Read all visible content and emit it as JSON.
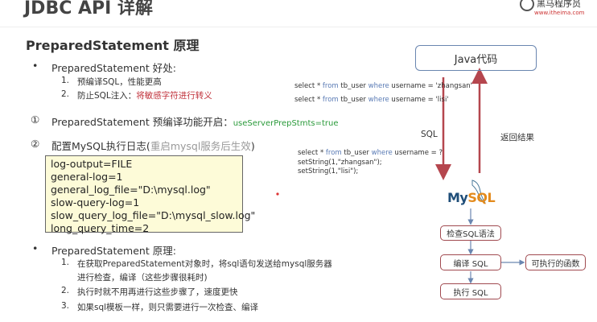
{
  "header": {
    "title": "JDBC API 详解",
    "logo_text": "黑马程序员",
    "logo_url_text": "www.itheima.com"
  },
  "section_title": "PreparedStatement 原理",
  "benefits": {
    "heading": "PreparedStatement 好处:",
    "items": [
      {
        "num": "1.",
        "text": "预编译SQL，性能更高"
      },
      {
        "num": "2.",
        "text": "防止SQL注入：",
        "highlight": "将敏感字符进行转义"
      }
    ]
  },
  "step1": {
    "marker": "①",
    "text": "PreparedStatement 预编译功能开启：",
    "value": "useServerPrepStmts=true"
  },
  "step2": {
    "marker": "②",
    "text": "配置MySQL执行日志(",
    "note": "重启mysql服务后生效",
    "close": ")"
  },
  "log_config": [
    "log-output=FILE",
    "general-log=1",
    "general_log_file=\"D:\\mysql.log\"",
    "slow-query-log=1",
    "slow_query_log_file=\"D:\\mysql_slow.log\"",
    "long_query_time=2"
  ],
  "principle": {
    "heading": "PreparedStatement 原理:",
    "items": [
      {
        "num": "1.",
        "lines": [
          "在获取PreparedStatement对象时，将sql语句发送给mysql服务器",
          "进行检查，编译（这些步骤很耗时)"
        ]
      },
      {
        "num": "2.",
        "lines": [
          "执行时就不用再进行这些步骤了，速度更快"
        ]
      },
      {
        "num": "3.",
        "lines": [
          "如果sql模板一样，则只需要进行一次检查、编译"
        ]
      }
    ]
  },
  "diagram": {
    "java_box": "Java代码",
    "sql_lines": [
      "select * from tb_user where username = 'zhangsan'",
      "select * from tb_user where username = 'lisi'"
    ],
    "prepared_lines": [
      "select * from tb_user where username = ?",
      "setString(1,\"zhangsan\");",
      "setString(1,\"lisi\");"
    ],
    "arrow_down_label": "SQL",
    "arrow_up_label": "返回结果",
    "mysql_logo": "MySQL",
    "steps": [
      "检查SQL语法",
      "编译 SQL",
      "执行 SQL"
    ],
    "output": "可执行的函数",
    "colors": {
      "red_arrow": "#b5464e",
      "blue_arrow": "#6a86b0",
      "box_border": "#a04a50"
    }
  }
}
